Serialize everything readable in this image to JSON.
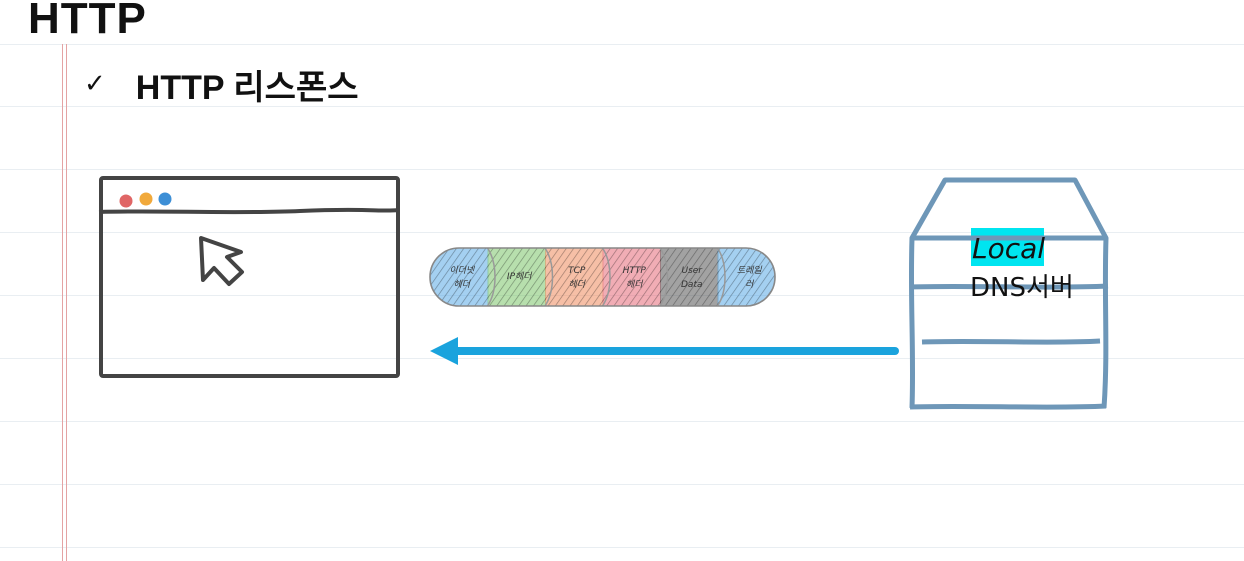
{
  "page": {
    "title": "HTTP",
    "subtitle_icon": "check-icon",
    "subtitle": "HTTP 리스폰스"
  },
  "packet": {
    "segments": [
      {
        "line1": "이더넷",
        "line2": "헤더",
        "color": "#5aa9e6"
      },
      {
        "line1": "IP헤더",
        "line2": "",
        "color": "#7cc46a"
      },
      {
        "line1": "TCP",
        "line2": "헤더",
        "color": "#ef8a5c"
      },
      {
        "line1": "HTTP",
        "line2": "헤더",
        "color": "#e66a78"
      },
      {
        "line1": "User",
        "line2": "Data",
        "color": "#555555"
      },
      {
        "line1": "트레일",
        "line2": "러",
        "color": "#5aa9e6"
      }
    ]
  },
  "server": {
    "label_line1": "Local",
    "label_line2": "DNS서버",
    "highlight_color": "#00e5f0",
    "stroke_color": "#6e97b8"
  },
  "browser": {
    "dots": [
      "#e06666",
      "#f1a93b",
      "#3d8fd6"
    ],
    "stroke_color": "#444444",
    "cursor_icon": "cursor-arrow-icon"
  },
  "arrow": {
    "direction": "server-to-browser",
    "color": "#1aa3dd"
  }
}
